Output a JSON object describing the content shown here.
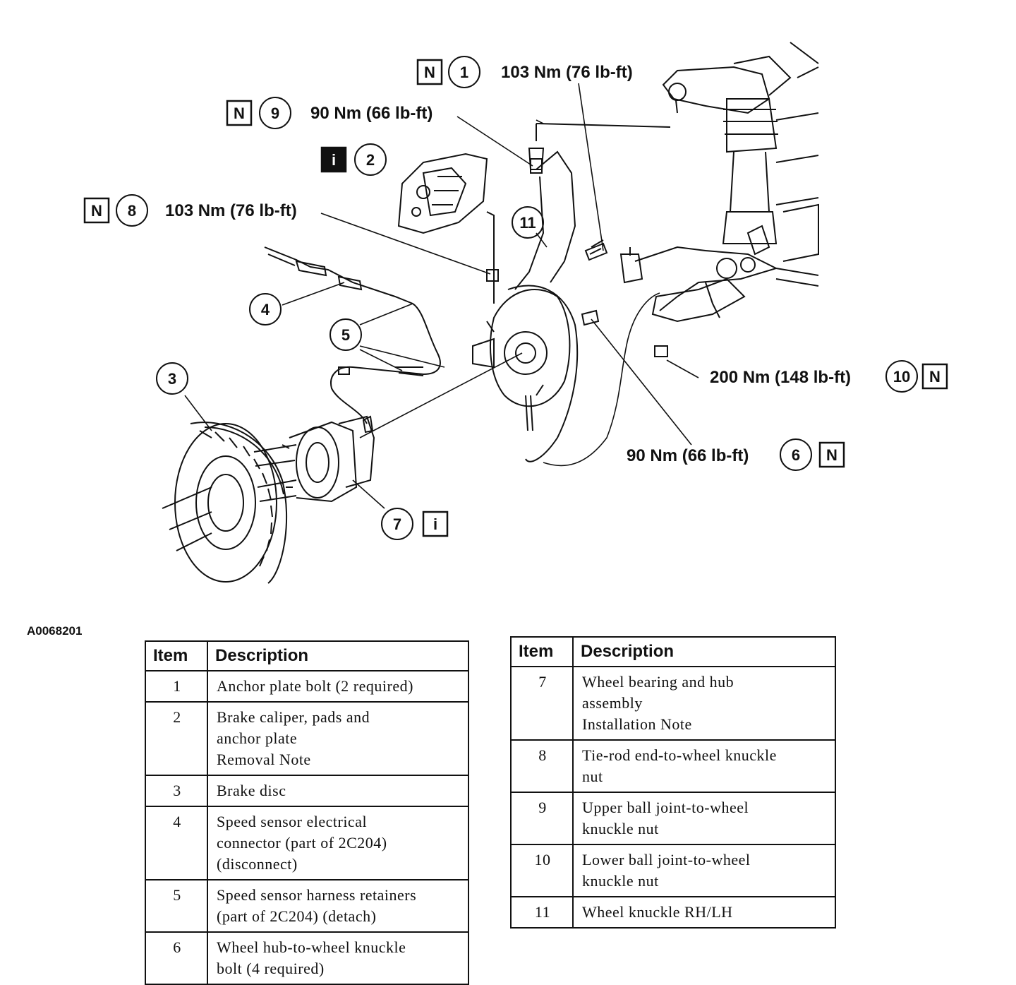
{
  "callouts": [
    {
      "num": "1",
      "box": "N",
      "torque": "103 Nm (76 lb-ft)"
    },
    {
      "num": "2",
      "box": "i"
    },
    {
      "num": "3"
    },
    {
      "num": "4"
    },
    {
      "num": "5"
    },
    {
      "num": "6",
      "box": "N",
      "torque": "90 Nm (66 lb-ft)"
    },
    {
      "num": "7",
      "box": "i"
    },
    {
      "num": "8",
      "box": "N",
      "torque": "103 Nm (76 lb-ft)"
    },
    {
      "num": "9",
      "box": "N",
      "torque": "90 Nm (66 lb-ft)"
    },
    {
      "num": "10",
      "box": "N",
      "torque": "200 Nm (148 lb-ft)"
    },
    {
      "num": "11"
    }
  ],
  "figure_id": "A0068201",
  "table_headers": {
    "item": "Item",
    "description": "Description"
  },
  "table_left": [
    {
      "item": "1",
      "lines": [
        "Anchor plate bolt (2 required)"
      ]
    },
    {
      "item": "2",
      "lines": [
        "Brake caliper, pads and",
        "anchor plate",
        "Removal Note"
      ]
    },
    {
      "item": "3",
      "lines": [
        "Brake disc"
      ]
    },
    {
      "item": "4",
      "lines": [
        "Speed sensor electrical",
        "connector (part of 2C204)",
        "(disconnect)"
      ]
    },
    {
      "item": "5",
      "lines": [
        "Speed sensor harness retainers",
        "(part of 2C204) (detach)"
      ]
    },
    {
      "item": "6",
      "lines": [
        "Wheel hub-to-wheel knuckle",
        "bolt (4 required)"
      ]
    }
  ],
  "table_right": [
    {
      "item": "7",
      "lines": [
        "Wheel bearing and hub",
        "assembly",
        "Installation Note"
      ]
    },
    {
      "item": "8",
      "lines": [
        "Tie-rod end-to-wheel knuckle",
        "nut"
      ]
    },
    {
      "item": "9",
      "lines": [
        "Upper ball joint-to-wheel",
        "knuckle nut"
      ]
    },
    {
      "item": "10",
      "lines": [
        "Lower ball joint-to-wheel",
        "knuckle nut"
      ]
    },
    {
      "item": "11",
      "lines": [
        "Wheel knuckle RH/LH"
      ]
    }
  ]
}
